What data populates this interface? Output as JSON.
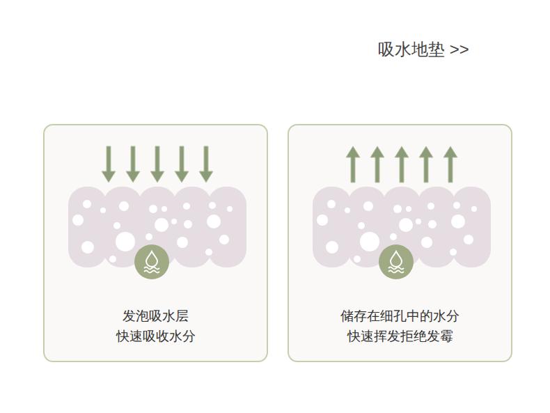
{
  "diagram": {
    "title": "吸水地垫 >>",
    "nodes": [
      {
        "text": [
          "发泡吸水层 快速吸收水分"
        ]
      },
      {
        "text": [
          "储存在细孔中的水分 快速挥发拒绝发霉"
        ]
      }
    ]
  }
}
